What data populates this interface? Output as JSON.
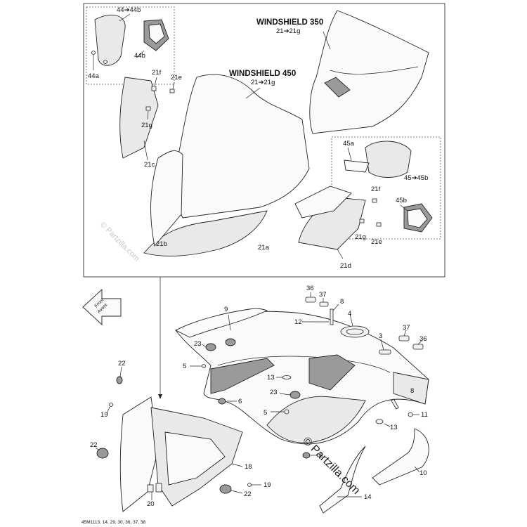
{
  "headings": {
    "windshield_350": "WINDSHIELD 350",
    "windshield_350_range": "21➔21g",
    "windshield_450": "WINDSHIELD 450",
    "windshield_450_range": "21➔21g"
  },
  "callouts": {
    "c44_44b": "44➔44b",
    "c44b": "44b",
    "c44a": "44a",
    "c21f_left": "21f",
    "c21e_left": "21e",
    "c21g_left": "21g",
    "c21c": "21c",
    "c21b": "21b",
    "c21a": "21a",
    "c45a": "45a",
    "c45_45b": "45➔45b",
    "c45b": "45b",
    "c21f_right": "21f",
    "c21g_right": "21g",
    "c21e_right": "21e",
    "c21d": "21d",
    "c36_top": "36",
    "c37_top": "37",
    "c8_top": "8",
    "c4": "4",
    "c9": "9",
    "c12": "12",
    "c3": "3",
    "c37_right": "37",
    "c36_right": "36",
    "c23_top": "23",
    "c22_top": "22",
    "c5_top": "5",
    "c6_top": "6",
    "c13_top": "13",
    "c23_mid": "23",
    "c8_mid": "8",
    "c5_mid": "5",
    "c13_mid": "13",
    "c11": "11",
    "c19_top": "19",
    "c22_mid": "22",
    "c6_bottom": "6",
    "c10": "10",
    "c18": "18",
    "c22_bottom": "22",
    "c19_bottom": "19",
    "c20": "20",
    "c14": "14"
  },
  "direction_arrow": {
    "line1": "Front",
    "line2": "Avant"
  },
  "watermark": {
    "brand_large": "© Partzilla.com",
    "brand_small": "© Partzilla.com"
  },
  "footer": {
    "reference": "45M1113, 14, 29, 30, 36, 37, 38"
  },
  "icons": [
    "front-direction-arrow-icon"
  ],
  "colors": {
    "line": "#222222",
    "fill": "#fafafa",
    "shade": "#9a9a9a",
    "watermark": "#c8c8c8"
  }
}
